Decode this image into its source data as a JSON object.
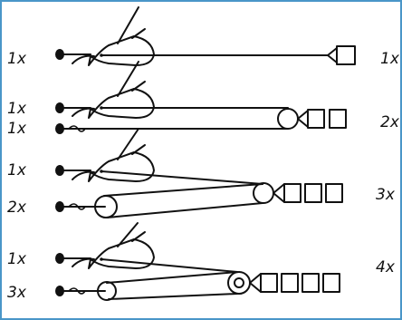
{
  "frame": {
    "border_color": "#4a96c8"
  },
  "rows": [
    {
      "left_labels": [
        "1x"
      ],
      "right_label": "1x",
      "pulleys": 0,
      "weights": 1
    },
    {
      "left_labels": [
        "1x",
        "1x"
      ],
      "right_label": "2x",
      "pulleys": 1,
      "weights": 2
    },
    {
      "left_labels": [
        "1x",
        "2x"
      ],
      "right_label": "3x",
      "pulleys": 2,
      "weights": 3
    },
    {
      "left_labels": [
        "1x",
        "3x"
      ],
      "right_label": "4x",
      "pulleys": 3,
      "weights": 4
    }
  ]
}
